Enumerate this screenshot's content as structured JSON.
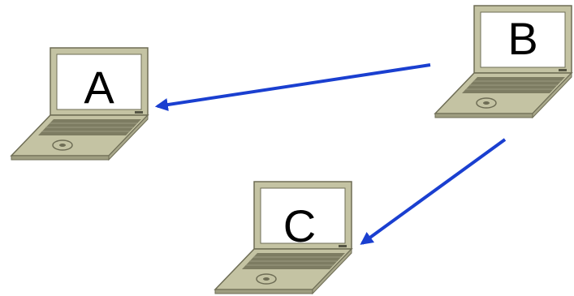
{
  "diagram": {
    "nodes": [
      {
        "id": "A",
        "label": "A",
        "icon": "laptop-icon"
      },
      {
        "id": "B",
        "label": "B",
        "icon": "laptop-icon"
      },
      {
        "id": "C",
        "label": "C",
        "icon": "laptop-icon"
      }
    ],
    "edges": [
      {
        "from": "B",
        "to": "A",
        "directed": true
      },
      {
        "from": "B",
        "to": "C",
        "directed": true
      }
    ],
    "colors": {
      "arrow": "#1a3fd0",
      "laptop_body": "#c4c3a3",
      "laptop_edge": "#6e6d55",
      "screen": "#ffffff",
      "keyboard": "#7d7c62"
    }
  }
}
